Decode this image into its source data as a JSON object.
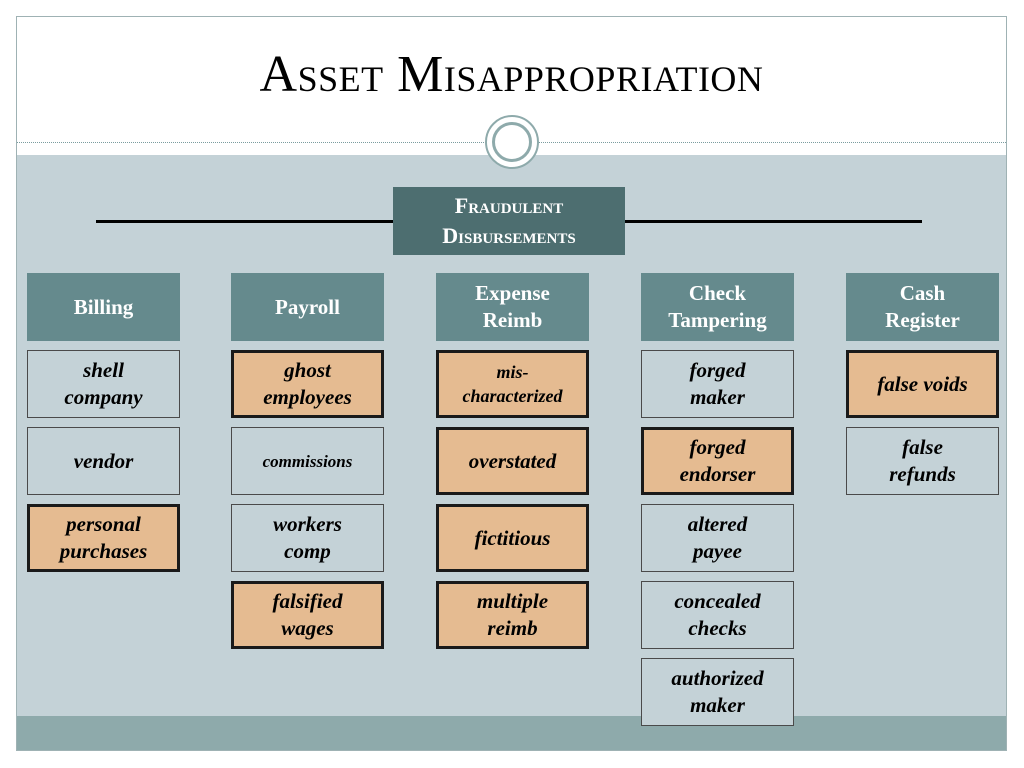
{
  "title": "Asset Misappropriation",
  "root": {
    "line1": "Fraudulent",
    "line2": "Disbursements"
  },
  "columns": [
    {
      "label": "Billing",
      "items": [
        {
          "text": "shell\ncompany",
          "highlight": false
        },
        {
          "text": "vendor",
          "highlight": false
        },
        {
          "text": "personal\npurchases",
          "highlight": true
        }
      ]
    },
    {
      "label": "Payroll",
      "items": [
        {
          "text": "ghost\nemployees",
          "highlight": true
        },
        {
          "text": "commissions",
          "highlight": false
        },
        {
          "text": "workers\ncomp",
          "highlight": false
        },
        {
          "text": "falsified\nwages",
          "highlight": true
        }
      ]
    },
    {
      "label": "Expense\nReimb",
      "items": [
        {
          "text": "mis-\ncharacterized",
          "highlight": true
        },
        {
          "text": "overstated",
          "highlight": true
        },
        {
          "text": "fictitious",
          "highlight": true
        },
        {
          "text": "multiple\nreimb",
          "highlight": true
        }
      ]
    },
    {
      "label": "Check\nTampering",
      "items": [
        {
          "text": "forged\nmaker",
          "highlight": false
        },
        {
          "text": "forged\nendorser",
          "highlight": true
        },
        {
          "text": "altered\npayee",
          "highlight": false
        },
        {
          "text": "concealed\nchecks",
          "highlight": false
        },
        {
          "text": "authorized\nmaker",
          "highlight": false
        }
      ]
    },
    {
      "label": "Cash\nRegister",
      "items": [
        {
          "text": "false voids",
          "highlight": true
        },
        {
          "text": "false\nrefunds",
          "highlight": false
        }
      ]
    }
  ],
  "colors": {
    "highlight": "#e5bb91",
    "category": "#658a8d",
    "root": "#4d6e70",
    "background": "#c4d2d7"
  }
}
